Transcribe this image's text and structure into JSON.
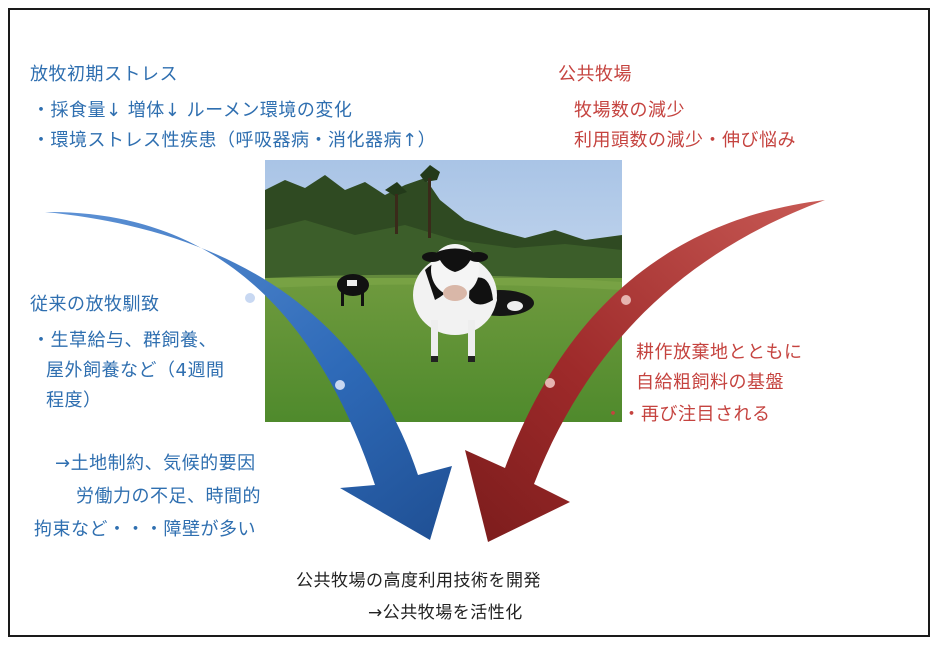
{
  "left_top": {
    "title": "放牧初期ストレス",
    "line1": "・採食量↓ 増体↓ ルーメン環境の変化",
    "line2": "・環境ストレス性疾患（呼吸器病・消化器病↑）"
  },
  "right_top": {
    "title": "公共牧場",
    "line1": "牧場数の減少",
    "line2": "利用頭数の減少・伸び悩み"
  },
  "left_middle": {
    "title": "従来の放牧馴致",
    "line1": "・生草給与、群飼養、",
    "line2": "屋外飼養など（4週間",
    "line3": "程度）"
  },
  "left_bottom": {
    "line1": "→土地制約、気候的要因",
    "line2": "労働力の不足、時間的",
    "line3": "拘束など・・・障壁が多い"
  },
  "right_middle": {
    "line1": "耕作放棄地とともに",
    "line2": "自給粗飼料の基盤",
    "line3": "・・再び注目される"
  },
  "conclusion": {
    "line1": "公共牧場の高度利用技術を開発",
    "line2": "→公共牧場を活性化"
  },
  "colors": {
    "blue_text": "#2f6fb0",
    "red_text": "#c5433f",
    "blue_arrow": "#2e6ab8",
    "red_arrow": "#9e2a2a"
  }
}
